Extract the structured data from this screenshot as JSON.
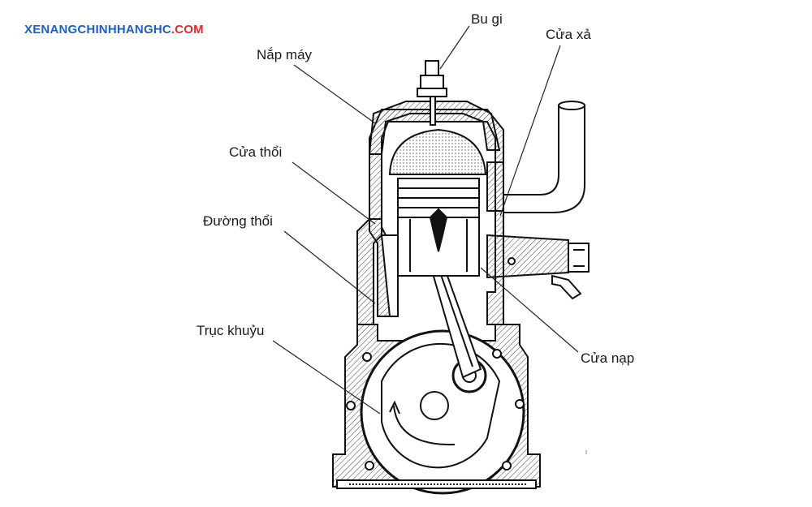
{
  "watermark": {
    "part1": "XENANGCHINHHANGHC",
    "part2": ".COM",
    "color1": "#1f5fbf",
    "color2": "#e0292b"
  },
  "labels": {
    "bu_gi": "Bu gi",
    "nap_may": "Nắp máy",
    "cua_xa": "Cửa xả",
    "cua_thoi": "Cửa thổi",
    "duong_thoi": "Đường thổi",
    "truc_khuyu": "Trục khuỷu",
    "cua_nap": "Cửa nạp"
  }
}
